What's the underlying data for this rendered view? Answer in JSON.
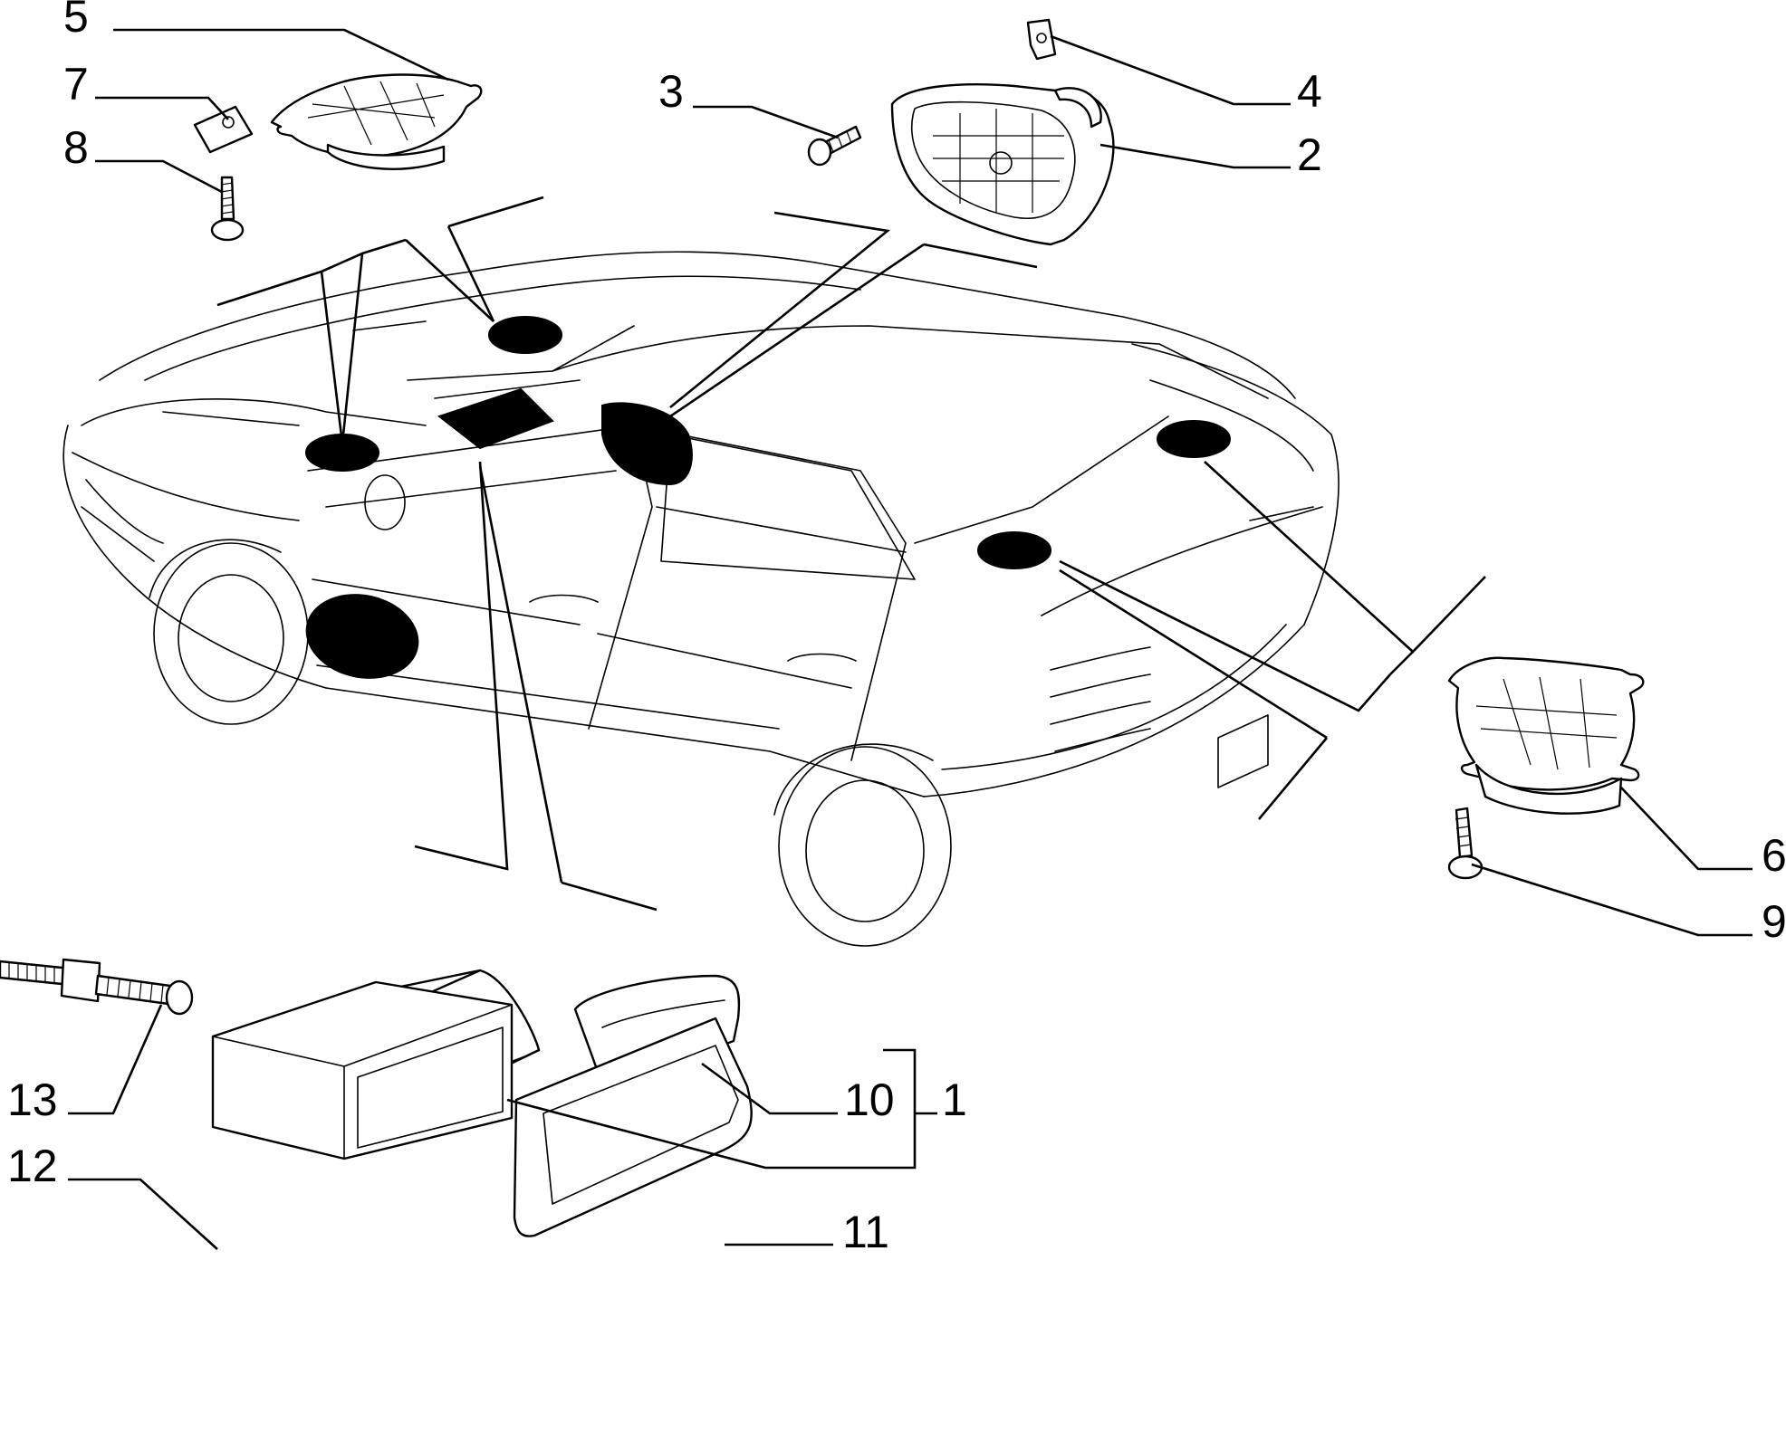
{
  "diagram": {
    "callouts": [
      {
        "id": "c1",
        "label": "1"
      },
      {
        "id": "c2",
        "label": "2"
      },
      {
        "id": "c3",
        "label": "3"
      },
      {
        "id": "c4",
        "label": "4"
      },
      {
        "id": "c5",
        "label": "5"
      },
      {
        "id": "c6",
        "label": "6"
      },
      {
        "id": "c7",
        "label": "7"
      },
      {
        "id": "c8",
        "label": "8"
      },
      {
        "id": "c9",
        "label": "9"
      },
      {
        "id": "c10",
        "label": "10"
      },
      {
        "id": "c11",
        "label": "11"
      },
      {
        "id": "c12",
        "label": "12"
      },
      {
        "id": "c13",
        "label": "13"
      }
    ],
    "colors": {
      "ink": "#000000",
      "paper": "#ffffff"
    }
  }
}
